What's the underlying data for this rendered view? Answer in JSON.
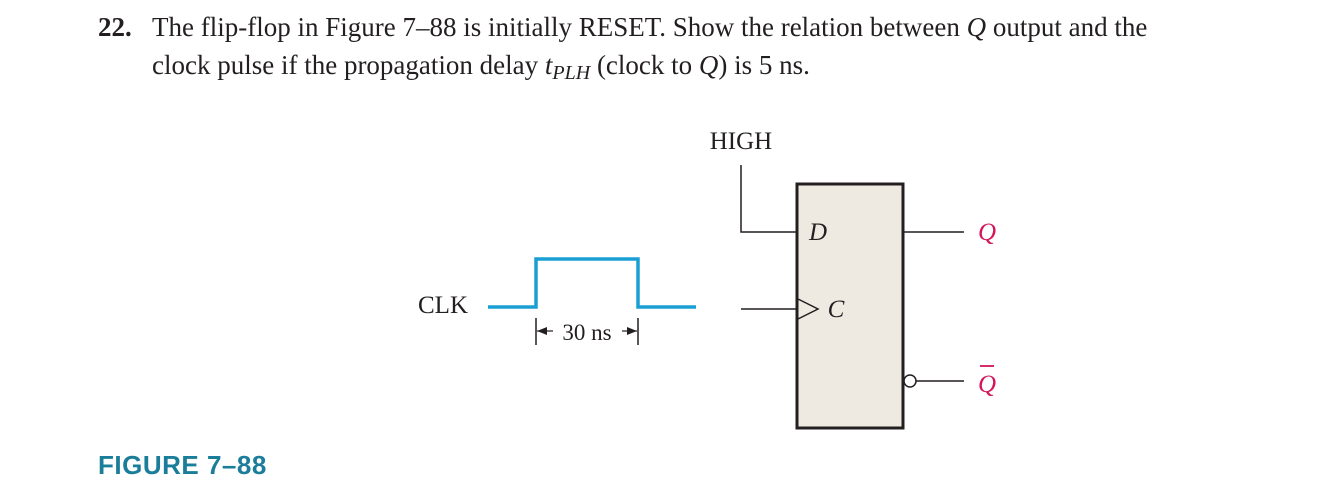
{
  "problem": {
    "number": "22.",
    "line1": {
      "before_q": "The flip-flop in Figure 7–88 is initially RESET. Show the relation between ",
      "q_symbol": "Q",
      "after_q": " output and the"
    },
    "line2": {
      "before_t": "clock pulse if the propagation delay ",
      "t_symbol": "t",
      "t_subscript": "PLH",
      "mid": " (clock to ",
      "q_symbol": "Q",
      "after": ") is 5 ns."
    }
  },
  "figure": {
    "clk_label": "CLK",
    "pulse_width_label": "30 ns",
    "high_label": "HIGH",
    "d_input_label": "D",
    "c_input_label": "C",
    "q_output_label": "Q",
    "q_bar_output_label": "Q",
    "colors": {
      "clock_waveform": "#1a9fd4",
      "flipflop_fill": "#eee9e1",
      "output_labels": "#d4145a",
      "caption": "#1a7d99",
      "lines": "#231f20"
    },
    "caption": "FIGURE 7–88"
  }
}
